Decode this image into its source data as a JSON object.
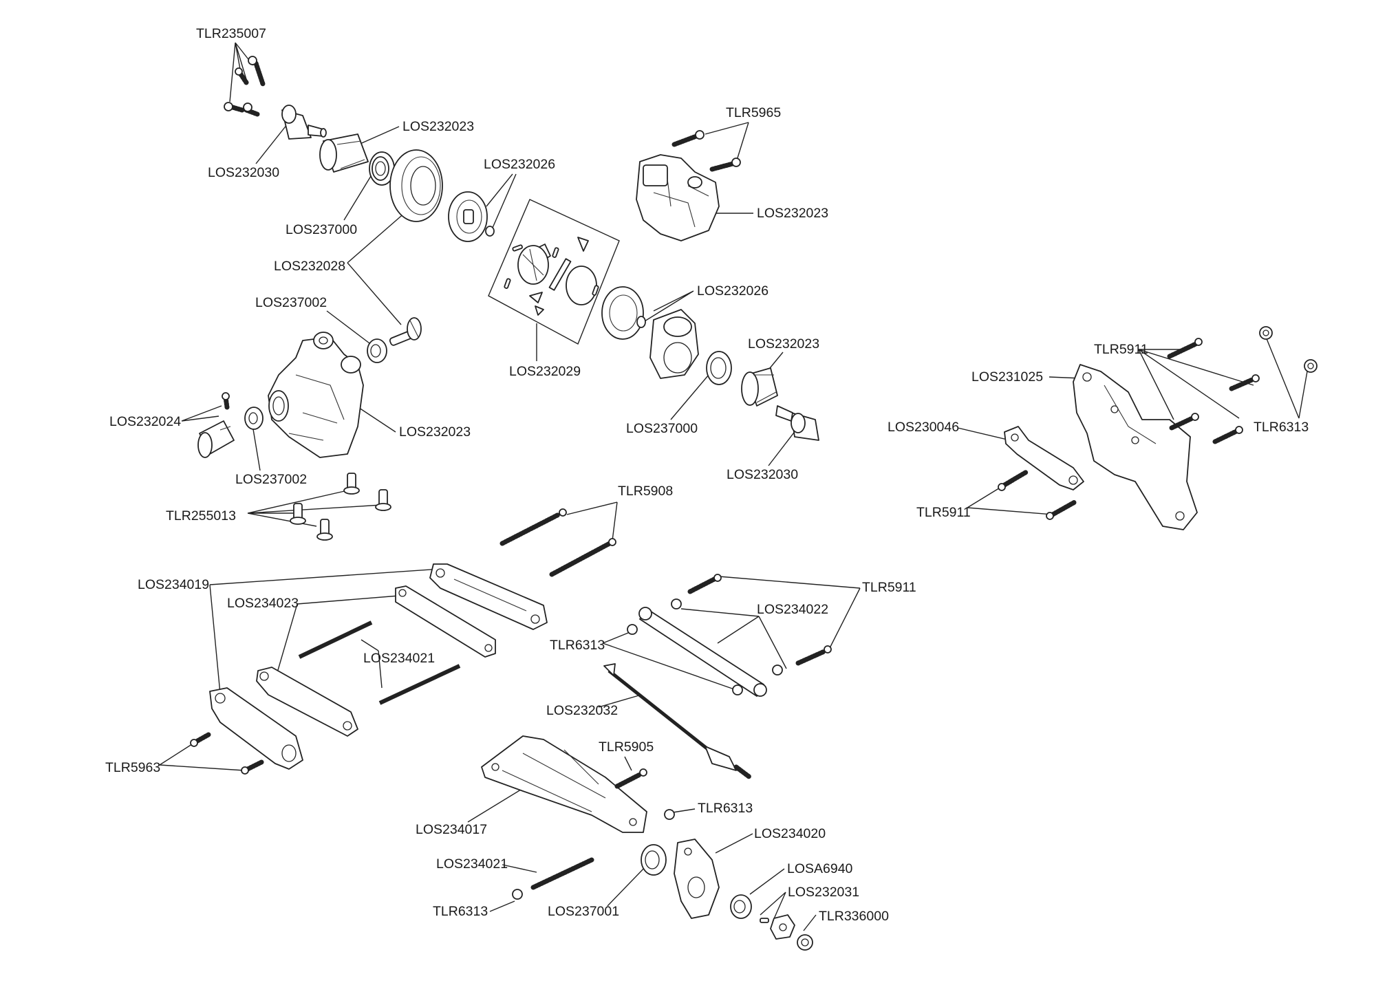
{
  "labels": {
    "tlr235007": "TLR235007",
    "los232030_top": "LOS232030",
    "los232023_top": "LOS232023",
    "los237000_top": "LOS237000",
    "los232026_top": "LOS232026",
    "los232028": "LOS232028",
    "tlr5965": "TLR5965",
    "los232023_right_case": "LOS232023",
    "los232026_mid": "LOS232026",
    "los237002_top": "LOS237002",
    "los232029": "LOS232029",
    "los232023_cup": "LOS232023",
    "los232024": "LOS232024",
    "los232023_left_case": "LOS232023",
    "los237002_bottom": "LOS237002",
    "los237000_mid": "LOS237000",
    "los232030_mid": "LOS232030",
    "tlr5911_upper": "TLR5911",
    "los231025": "LOS231025",
    "tlr6313_right": "TLR6313",
    "los230046": "LOS230046",
    "tlr5911_lower": "TLR5911",
    "tlr255013": "TLR255013",
    "tlr5908": "TLR5908",
    "los234019": "LOS234019",
    "los234023": "LOS234023",
    "tlr5911_mid": "TLR5911",
    "los234022": "LOS234022",
    "tlr6313_mid": "TLR6313",
    "los234021_upper": "LOS234021",
    "los232032": "LOS232032",
    "tlr5963": "TLR5963",
    "tlr5905": "TLR5905",
    "los234017": "LOS234017",
    "tlr6313_lower": "TLR6313",
    "los234020": "LOS234020",
    "los234021_lower": "LOS234021",
    "losa6940": "LOSA6940",
    "los232031": "LOS232031",
    "tlr6313_bottom": "TLR6313",
    "los237001": "LOS237001",
    "tlr336000": "TLR336000"
  }
}
